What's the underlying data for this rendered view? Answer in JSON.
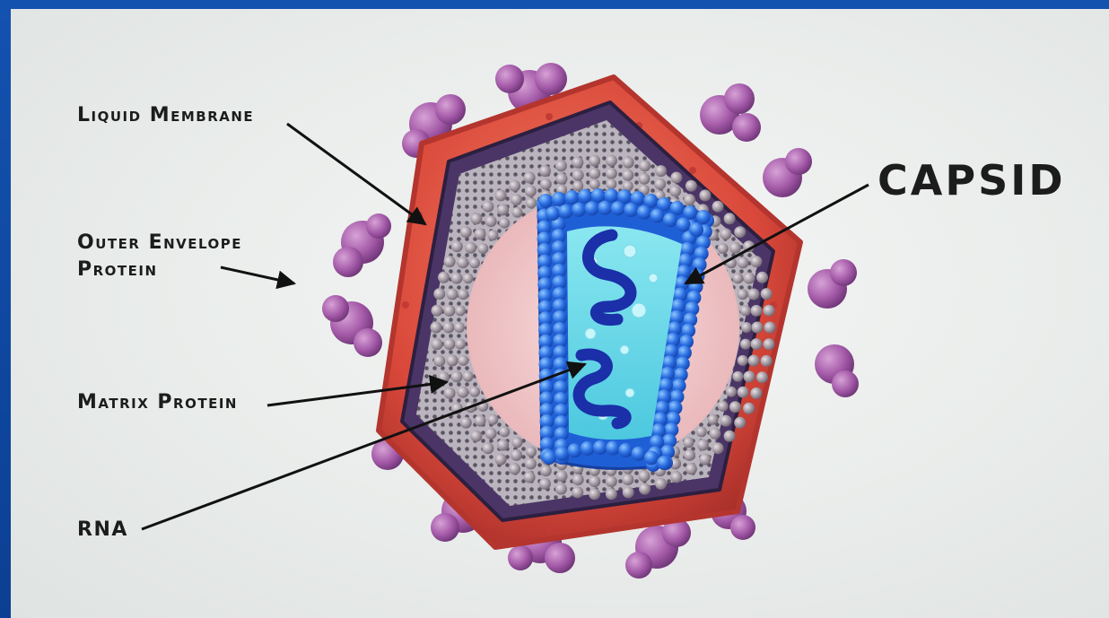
{
  "labels": {
    "liquid_membrane": "Liquid Membrane",
    "outer_envelope_line1": "Outer Envelope",
    "outer_envelope_line2": "Protein",
    "matrix_protein": "Matrix Protein",
    "rna": "RNA",
    "capsid": "CAPSID"
  },
  "colors": {
    "frame": "#0b3f93",
    "background": "#eceeed",
    "membrane": "#e2553f",
    "glycoprotein": "#a45aa8",
    "matrix_ring": "#9a8e96",
    "inner_disc": "#f1c6c6",
    "capsid": "#2f6fe0",
    "capsid_core": "#64d6e8",
    "rna": "#1a2fa8",
    "pointer": "#111111"
  }
}
